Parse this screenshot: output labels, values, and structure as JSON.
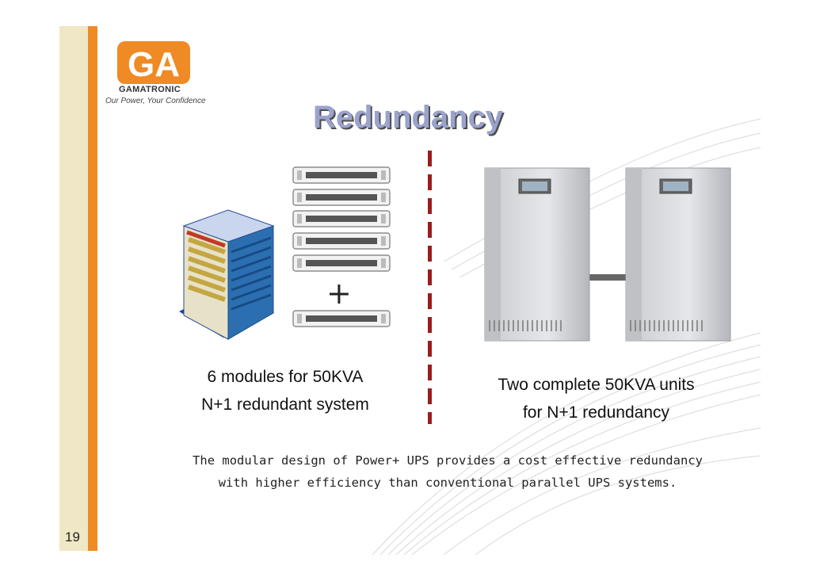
{
  "logo": {
    "brand": "GAMATRONIC",
    "tagline": "Our Power, Your Confidence",
    "initials": "GA"
  },
  "slide": {
    "title": "Redundancy",
    "plus_sign": "+",
    "caption_left": [
      "6 modules for 50KVA",
      "N+1 redundant system"
    ],
    "caption_right": [
      "Two complete 50KVA units",
      "for N+1 redundancy"
    ],
    "description": [
      "The modular design of Power+ UPS provides a cost effective redundancy",
      "with higher efficiency than conventional parallel UPS systems."
    ],
    "page_number": "19"
  },
  "colors": {
    "accent_orange": "#f08a24",
    "band_beige": "#efe7c6",
    "title_fill": "#9aa3cc",
    "divider_red": "#9b1d1d"
  }
}
